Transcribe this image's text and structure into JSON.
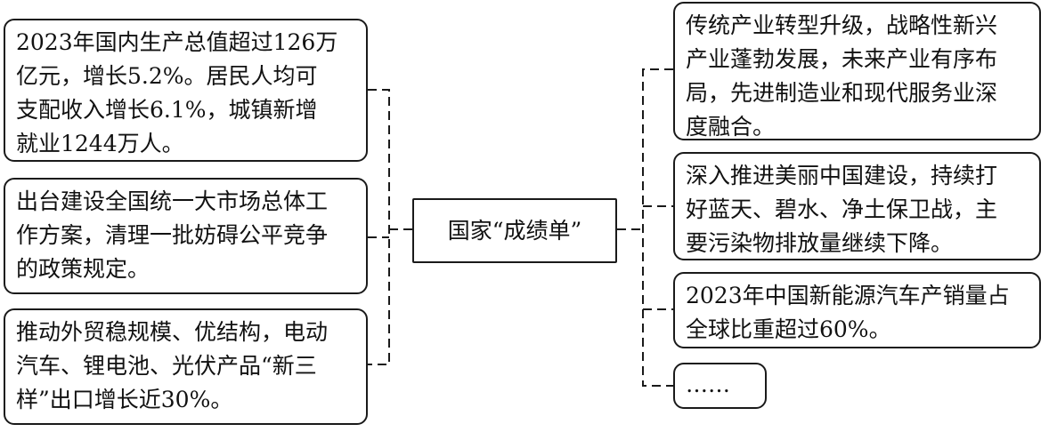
{
  "center": {
    "title": "国家“成绩单”"
  },
  "left_items": [
    {
      "text": "2023年国内生产总值超过126万\n亿元，增长5.2%。居民人均可\n支配收入增长6.1%，城镇新增\n就业1244万人。"
    },
    {
      "text": "出台建设全国统一大市场总体工\n作方案，清理一批妨碍公平竞争\n的政策规定。"
    },
    {
      "text": "推动外贸稳规模、优结构，电动\n汽车、锂电池、光伏产品“新三\n样”出口增长近30%。"
    }
  ],
  "right_items": [
    {
      "text": "传统产业转型升级，战略性新兴\n产业蓬勃发展，未来产业有序布\n局，先进制造业和现代服务业深\n度融合。"
    },
    {
      "text": "深入推进美丽中国建设，持续打\n好蓝天、碧水、净土保卫战，主\n要污染物排放量继续下降。"
    },
    {
      "text": "2023年中国新能源汽车产销量占\n全球比重超过60%。"
    },
    {
      "text": "……"
    }
  ]
}
